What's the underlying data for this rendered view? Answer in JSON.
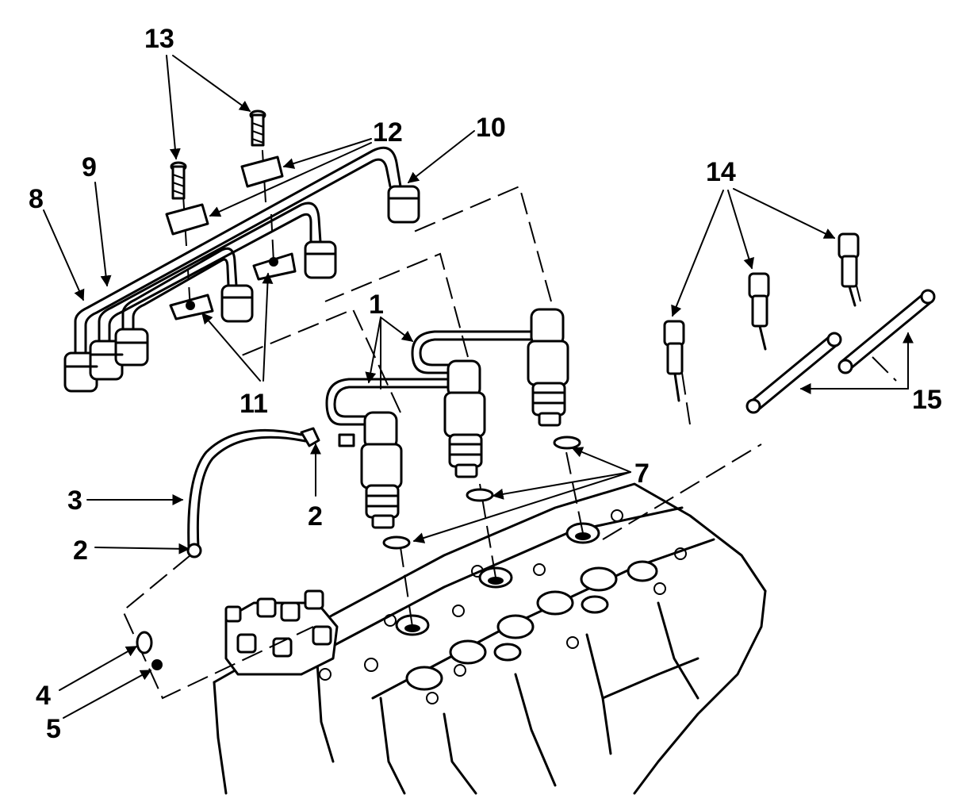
{
  "figure": {
    "labels": {
      "l1": "1",
      "l2a": "2",
      "l2b": "2",
      "l3": "3",
      "l4": "4",
      "l5": "5",
      "l7": "7",
      "l8": "8",
      "l9": "9",
      "l10": "10",
      "l11": "11",
      "l12": "12",
      "l13": "13",
      "l14": "14",
      "l15": "15"
    }
  }
}
